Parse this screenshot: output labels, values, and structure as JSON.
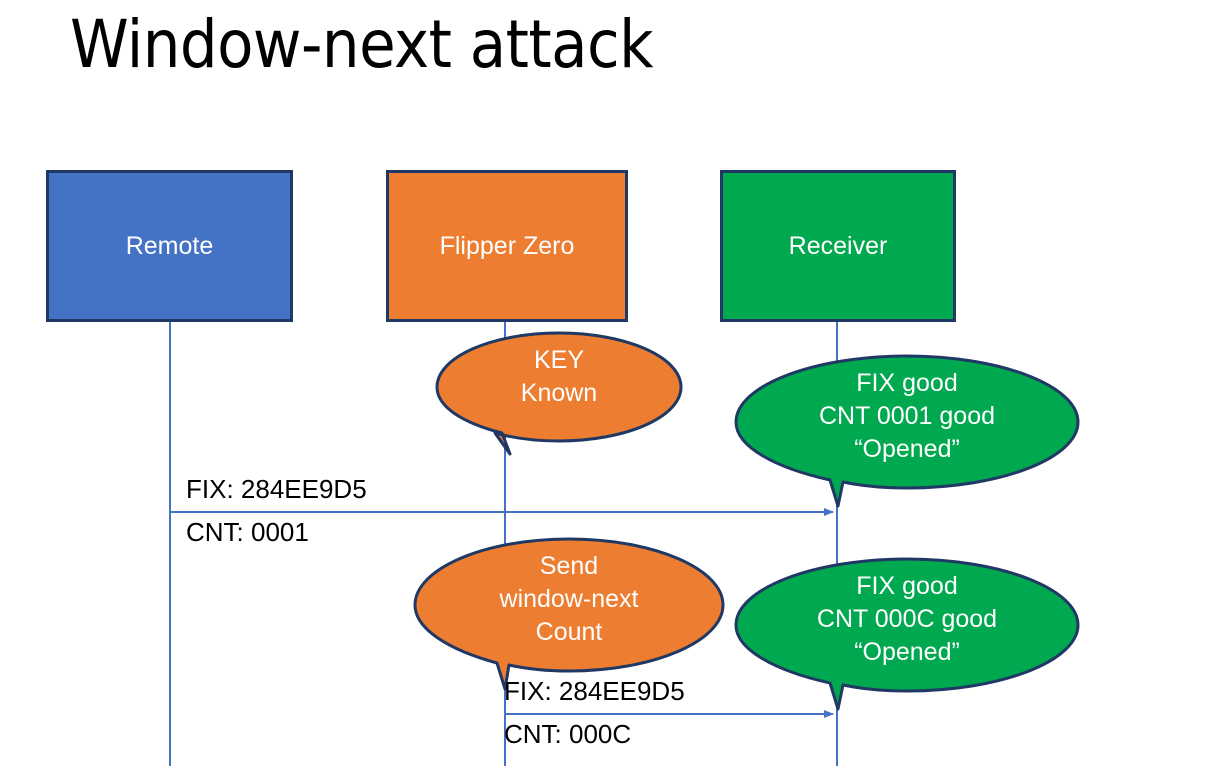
{
  "slide": {
    "title": "Window-next attack",
    "background": "#ffffff"
  },
  "colors": {
    "remote_fill": "#4472C4",
    "flipper_fill": "#ED7D31",
    "receiver_fill": "#00A94F",
    "box_border": "#1F3864",
    "line": "#4472C4",
    "text_dark": "#000000",
    "text_light": "#ffffff"
  },
  "actors": [
    {
      "id": "remote",
      "label": "Remote"
    },
    {
      "id": "flipper",
      "label": "Flipper Zero"
    },
    {
      "id": "receiver",
      "label": "Receiver"
    }
  ],
  "callouts": [
    {
      "id": "key-known",
      "owner": "flipper",
      "line1": "KEY",
      "line2": "Known",
      "line3": ""
    },
    {
      "id": "receiver-response-1",
      "owner": "receiver",
      "line1": "FIX good",
      "line2": "CNT 0001 good",
      "line3": "“Opened”"
    },
    {
      "id": "send-window-next",
      "owner": "flipper",
      "line1": "Send",
      "line2": "window-next",
      "line3": "Count"
    },
    {
      "id": "receiver-response-2",
      "owner": "receiver",
      "line1": "FIX good",
      "line2": "CNT 000C good",
      "line3": "“Opened”"
    }
  ],
  "messages": [
    {
      "id": "message-1",
      "from": "remote",
      "to": "receiver",
      "fix": "FIX: 284EE9D5",
      "cnt": "CNT: 0001"
    },
    {
      "id": "message-2",
      "from": "flipper",
      "to": "receiver",
      "fix": "FIX: 284EE9D5",
      "cnt": "CNT: 000C"
    }
  ]
}
